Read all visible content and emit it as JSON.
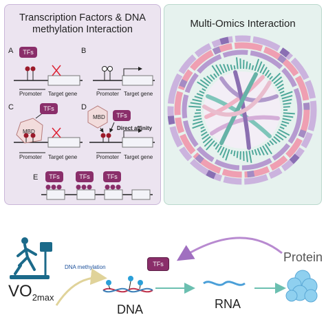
{
  "left_panel": {
    "title_line1": "Transcription Factors & DNA",
    "title_line2": "methylation Interaction",
    "panels": [
      "A",
      "B",
      "C",
      "D",
      "E"
    ],
    "tfs_label": "TFs",
    "mbd_label": "MBD",
    "promoter_label": "Promoter",
    "target_gene_label": "Target gene",
    "direct_affinity_label": "Direct affinity"
  },
  "right_panel": {
    "title": "Multi-Omics Interaction"
  },
  "bottom": {
    "vo2_label": "VO",
    "vo2_sub": "2max",
    "dna_methylation_label": "DNA methylation",
    "tfs_label": "TFs",
    "dna_label": "DNA",
    "rna_label": "RNA",
    "protein_label": "Protein"
  },
  "colors": {
    "left_panel_bg": "#ece4f0",
    "right_panel_bg": "#e6f2ee",
    "tfs_purple": "#8a2e6a",
    "methyl_red": "#9b1a2a",
    "teal": "#4fa89a",
    "lavender": "#a58bc4",
    "pink": "#e7a5b8",
    "protein_blue": "#7cc6ea"
  }
}
